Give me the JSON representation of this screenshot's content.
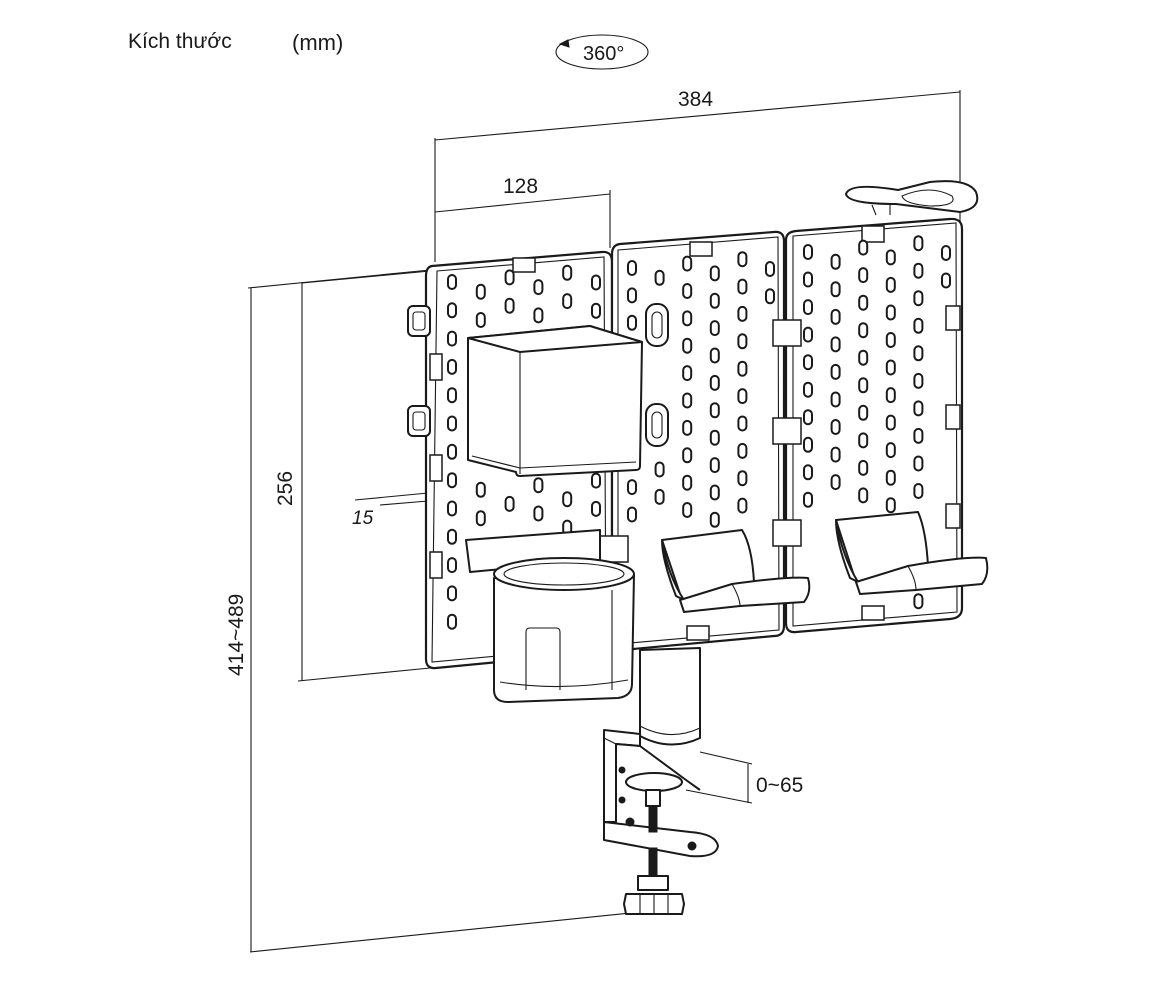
{
  "header": {
    "title": "Kích thước",
    "unit": "(mm)",
    "rotation": "360°"
  },
  "dimensions": {
    "total_width": "384",
    "panel_width": "128",
    "panel_height": "256",
    "tilt": "15",
    "total_height": "414~489",
    "clamp_range": "0~65"
  },
  "icons": [
    "rotation-arrow-icon",
    "pegboard-panel",
    "storage-box",
    "cup-holder",
    "headset-hook",
    "cable-clip",
    "desk-clamp",
    "mounting-pole"
  ]
}
